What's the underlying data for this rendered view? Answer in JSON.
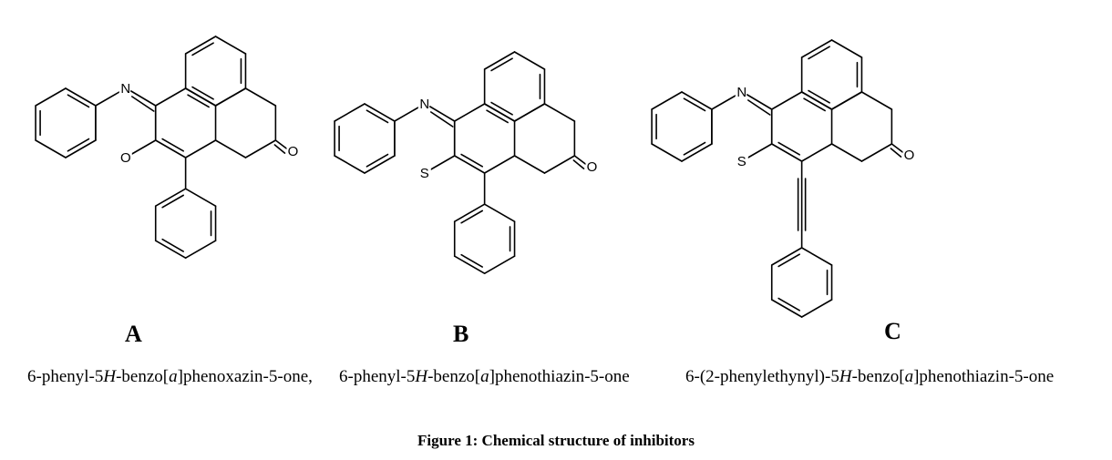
{
  "structures": [
    {
      "letter": "A",
      "name_parts": [
        "6-phenyl-5",
        "H",
        "-benzo[",
        "a",
        "]phenoxazin-5-one,"
      ],
      "atoms": {
        "n": "N",
        "x": "O",
        "o": "O"
      }
    },
    {
      "letter": "B",
      "name_parts": [
        "6-phenyl-5",
        "H",
        "-benzo[",
        "a",
        "]phenothiazin-5-one"
      ],
      "atoms": {
        "n": "N",
        "x": "S",
        "o": "O"
      }
    },
    {
      "letter": "C",
      "name_parts": [
        "6-(2-phenylethynyl)-5",
        "H",
        "-benzo[",
        "a",
        "]phenothiazin-5-one"
      ],
      "atoms": {
        "n": "N",
        "x": "S",
        "o": "O"
      }
    }
  ],
  "caption": "Figure 1: Chemical structure of inhibitors"
}
